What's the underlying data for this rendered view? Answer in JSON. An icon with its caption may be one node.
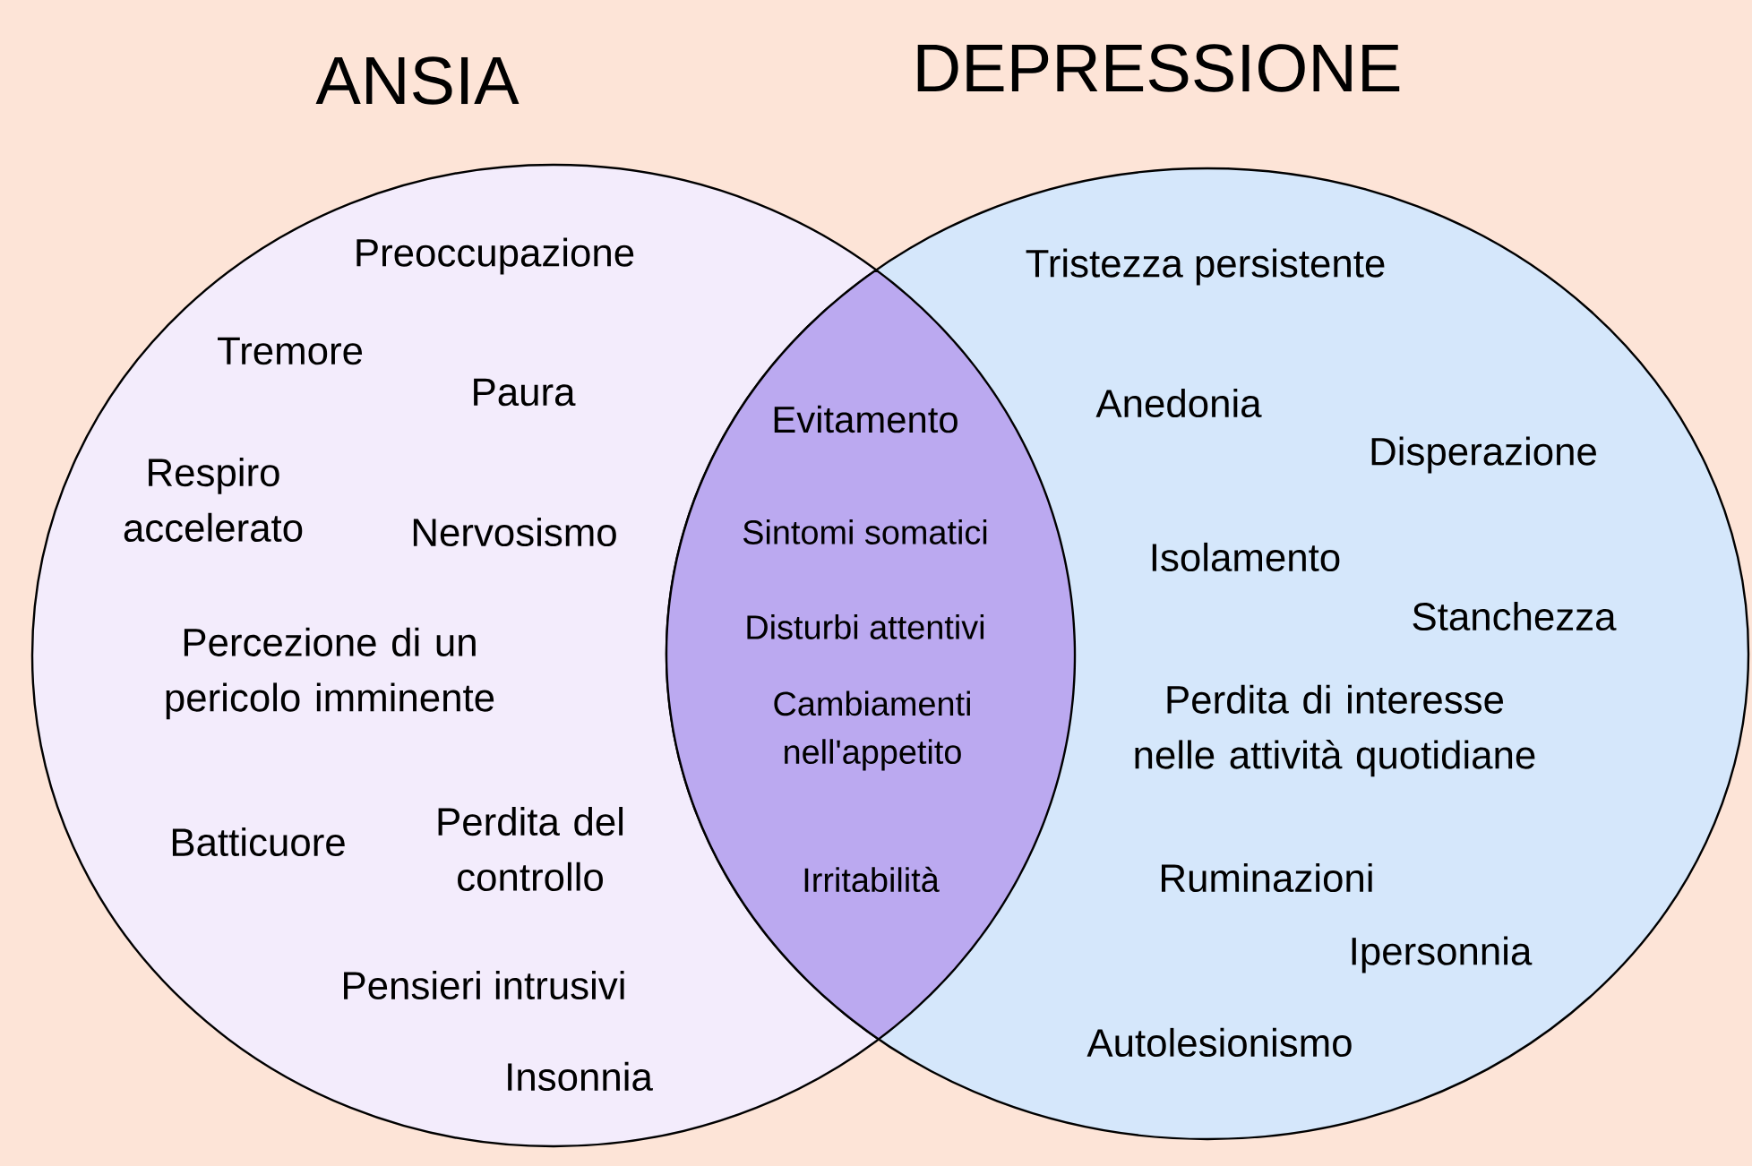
{
  "diagram": {
    "nodes": [
      {
        "text": [
          "ANSIA",
          "Preoccupazione",
          "Tremore",
          "Paura",
          "Respiro accelerato",
          "Nervosismo",
          "Percezione di un pericolo imminente",
          "Batticuore",
          "Perdita del controllo",
          "Pensieri intrusivi",
          "Insonnia"
        ]
      },
      {
        "text": [
          "DEPRESSIONE",
          "Tristezza persistente",
          "Anedonia",
          "Disperazione",
          "Isolamento",
          "Stanchezza",
          "Perdita di interesse nelle attività quotidiane",
          "Ruminazioni",
          "Ipersonnia",
          "Autolesionismo"
        ]
      },
      {
        "text": [
          "Evitamento",
          "Sintomi somatici",
          "Disturbi attentivi",
          "Cambiamenti nell'appetito",
          "Irritabilità"
        ]
      }
    ]
  }
}
